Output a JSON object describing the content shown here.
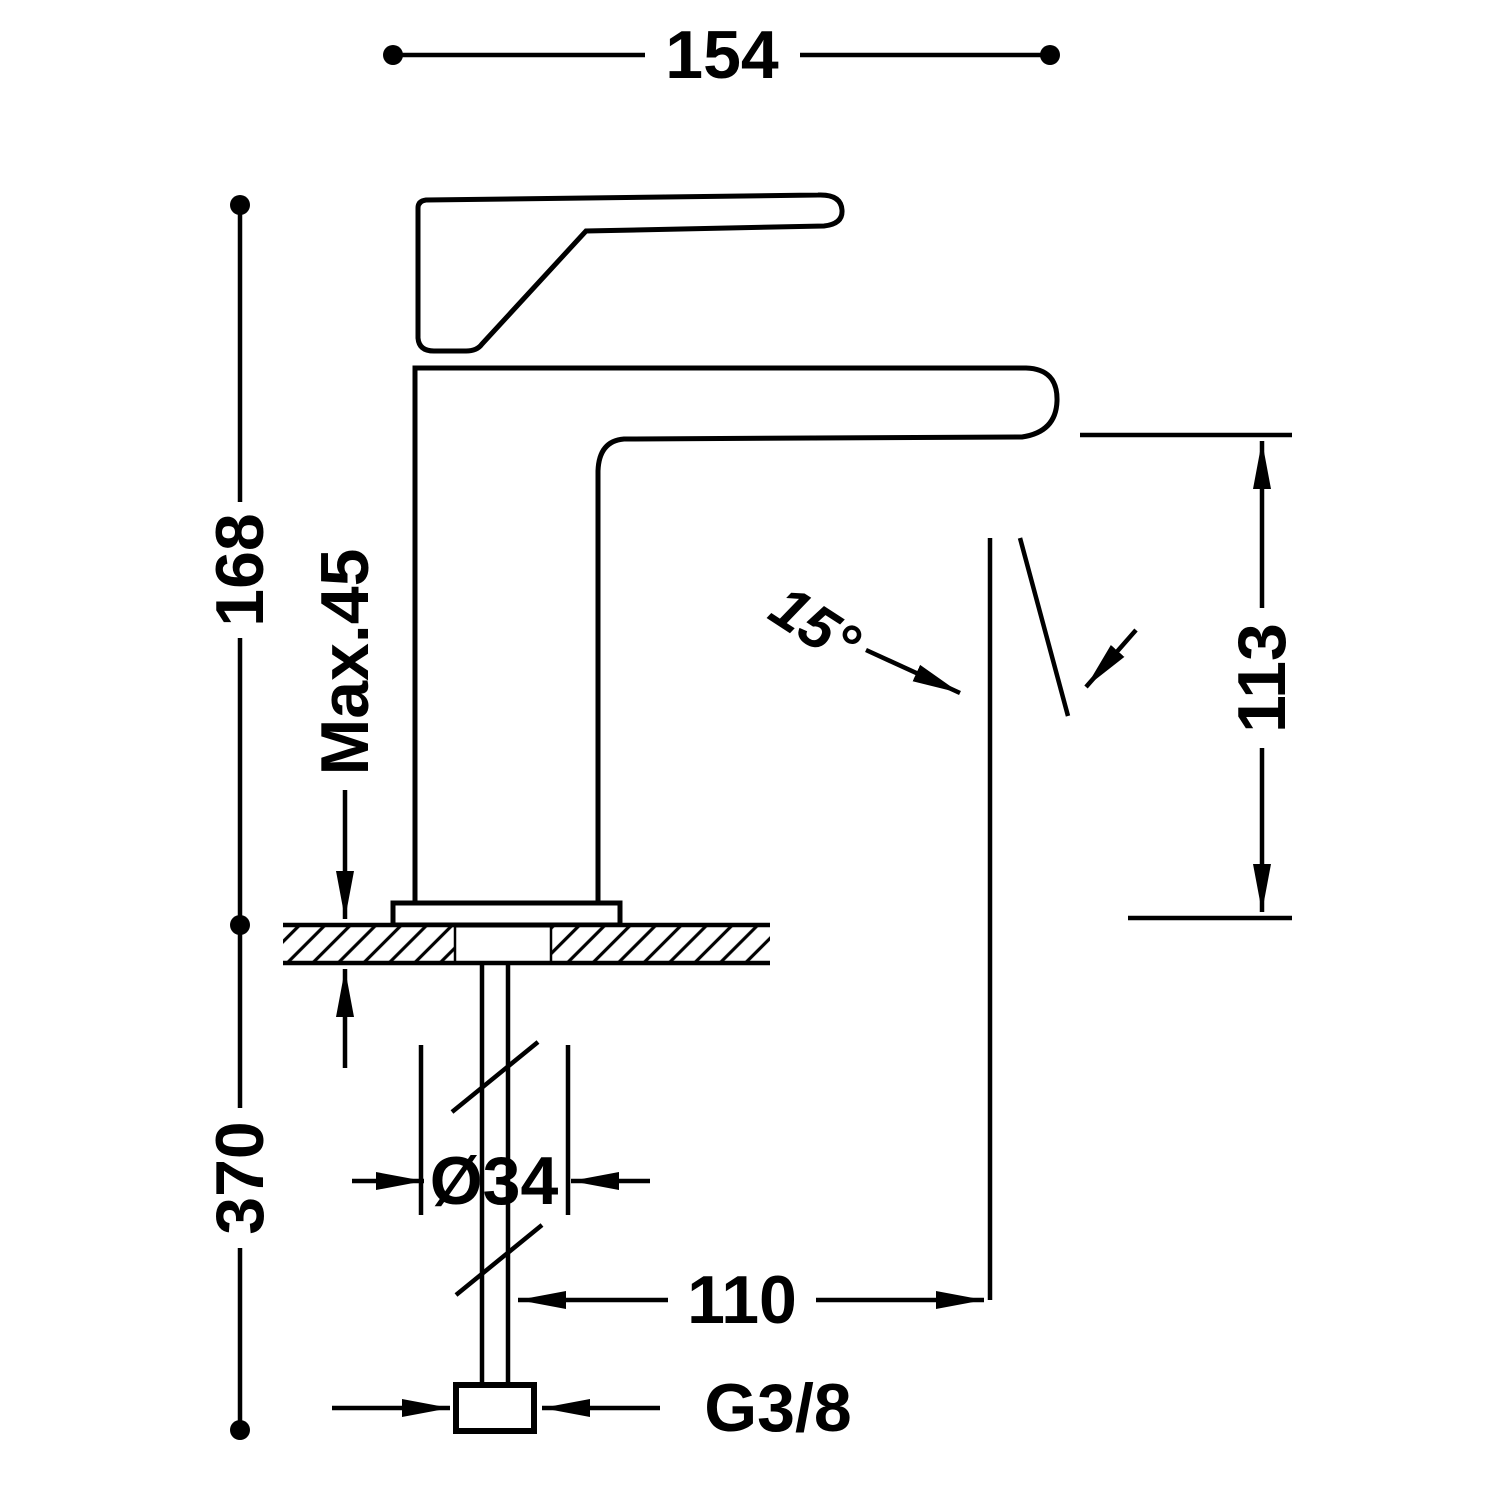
{
  "diagram": {
    "background": "#ffffff",
    "line_color": "#000000",
    "dimensions": {
      "overall_width": "154",
      "overall_height": "168",
      "max_deck_thickness": "Max.45",
      "hose_length": "370",
      "spout_height": "113",
      "spout_angle": "15°",
      "body_diameter": "Ø34",
      "spout_reach": "110",
      "connection_thread": "G3/8"
    }
  }
}
